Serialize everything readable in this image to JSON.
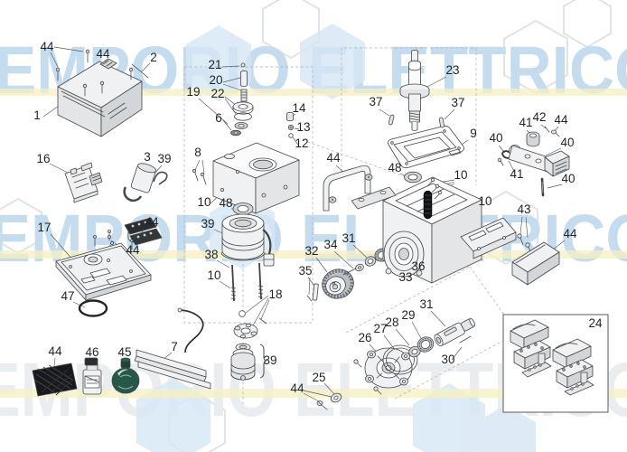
{
  "watermark": {
    "text": "EMPORIO ELETTRICO",
    "blue": "#c5dcef",
    "pale": "#e9edf0",
    "hex_fill": "#d6e7f6",
    "hex_stroke": "#e0e4e8",
    "band": "#f5f0c2"
  },
  "callouts": [
    "44",
    "44",
    "2",
    "1",
    "16",
    "3",
    "39",
    "17",
    "44",
    "44",
    "47",
    "44",
    "46",
    "45",
    "7",
    "21",
    "20",
    "22",
    "19",
    "6",
    "14",
    "13",
    "12",
    "8",
    "10",
    "48",
    "39",
    "38",
    "10",
    "18",
    "39",
    "25",
    "44",
    "32",
    "34",
    "31",
    "35",
    "33",
    "36",
    "23",
    "37",
    "37",
    "9",
    "48",
    "10",
    "10",
    "44",
    "40",
    "41",
    "42",
    "44",
    "40",
    "41",
    "40",
    "43",
    "44",
    "24",
    "26",
    "27",
    "28",
    "29",
    "31",
    "30"
  ]
}
